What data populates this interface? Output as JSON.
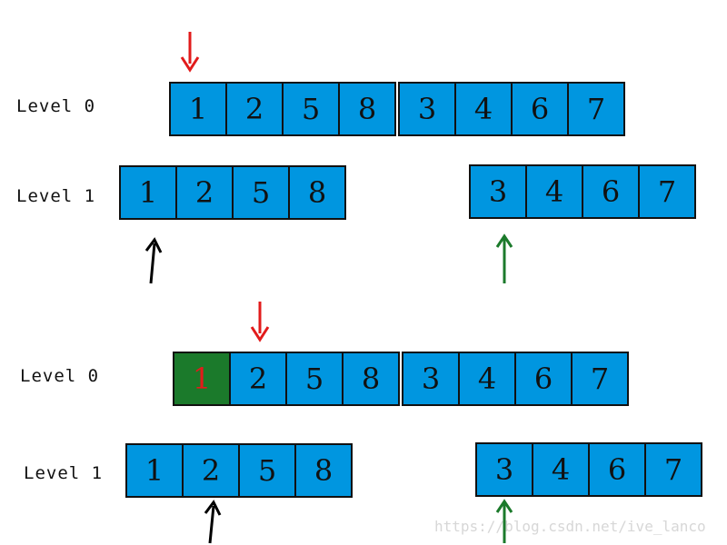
{
  "panels": [
    {
      "level0": {
        "label": "Level 0",
        "cells": [
          "1",
          "2",
          "5",
          "8",
          "3",
          "4",
          "6",
          "7"
        ]
      },
      "level1_left": {
        "label": "Level 1",
        "cells": [
          "1",
          "2",
          "5",
          "8"
        ]
      },
      "level1_right": {
        "cells": [
          "3",
          "4",
          "6",
          "7"
        ]
      }
    },
    {
      "level0": {
        "label": "Level 0",
        "cells": [
          "1",
          "2",
          "5",
          "8",
          "3",
          "4",
          "6",
          "7"
        ]
      },
      "level1_left": {
        "label": "Level 1",
        "cells": [
          "1",
          "2",
          "5",
          "8"
        ]
      },
      "level1_right": {
        "cells": [
          "3",
          "4",
          "6",
          "7"
        ]
      }
    }
  ],
  "colors": {
    "cell_fill": "#0096e0",
    "highlight_fill": "#1b7a2b",
    "highlight_text": "#e21b1b",
    "pointer_red": "#e21b1b",
    "pointer_black": "#000000",
    "pointer_green": "#1b7a2b"
  },
  "watermark": "https://blog.csdn.net/ive_lanco"
}
